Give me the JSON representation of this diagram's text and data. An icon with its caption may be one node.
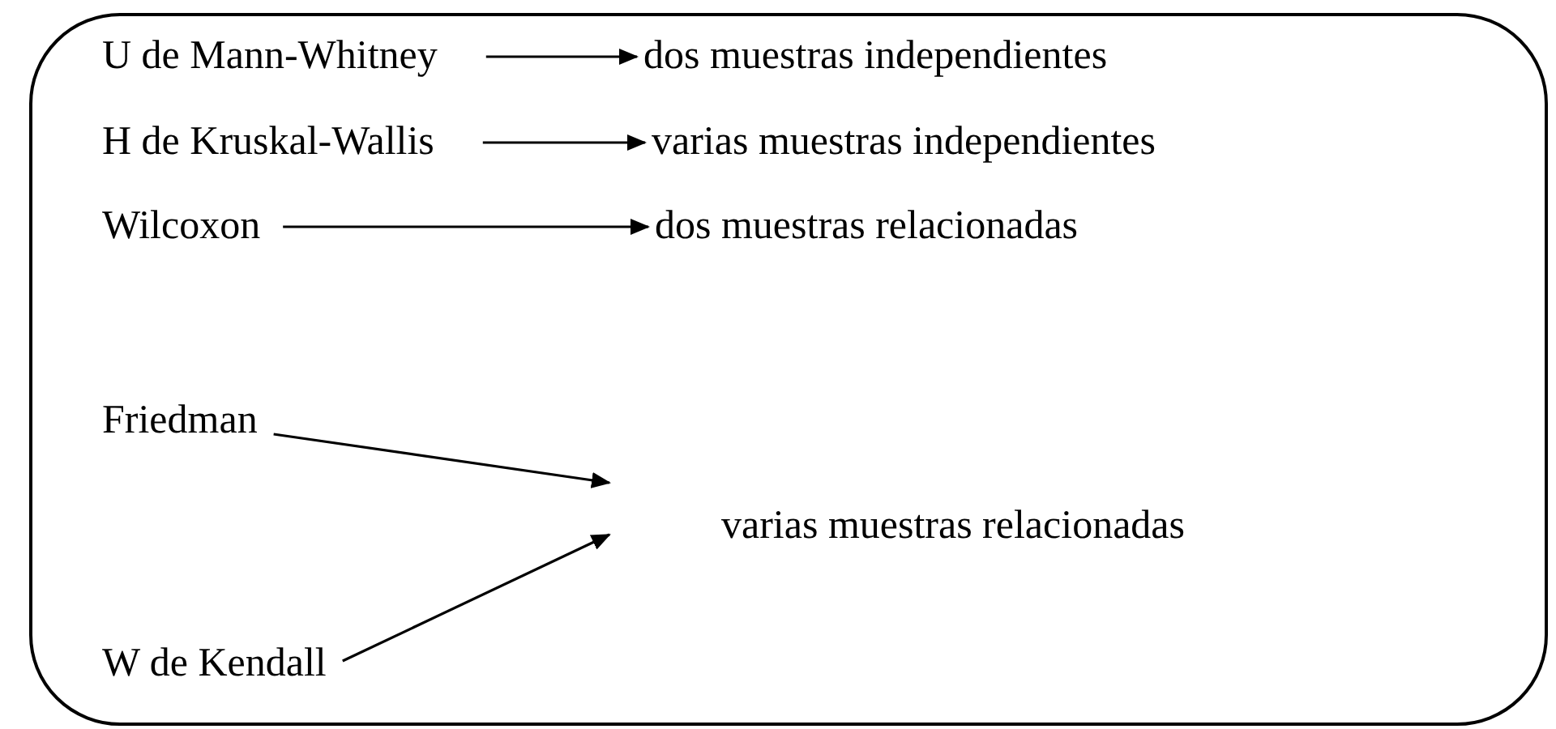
{
  "diagram": {
    "nodes": [
      {
        "text": [],
        "shape": "box"
      },
      {
        "text": [
          "U de Mann-Whitney"
        ],
        "in": 0
      },
      {
        "text": [
          "dos muestras independientes"
        ],
        "in": 0
      },
      {
        "text": [
          "H de Kruskal-Wallis"
        ],
        "in": 0
      },
      {
        "text": [
          "varias muestras independientes"
        ],
        "in": 0
      },
      {
        "text": [
          "Wilcoxon"
        ],
        "in": 0
      },
      {
        "text": [
          "dos muestras relacionadas"
        ],
        "in": 0
      },
      {
        "text": [
          "Friedman"
        ],
        "in": 0
      },
      {
        "text": [
          "varias muestras relacionadas"
        ],
        "in": 0
      },
      {
        "text": [
          "W de Kendall"
        ],
        "in": 0
      }
    ],
    "edges": [
      {
        "from": 1,
        "to": 2,
        "arrow": "to"
      },
      {
        "from": 3,
        "to": 4,
        "arrow": "to"
      },
      {
        "from": 5,
        "to": 6,
        "arrow": "to"
      },
      {
        "from": 7,
        "to": 8,
        "arrow": "to"
      },
      {
        "from": 9,
        "to": 8,
        "arrow": "to"
      }
    ]
  }
}
